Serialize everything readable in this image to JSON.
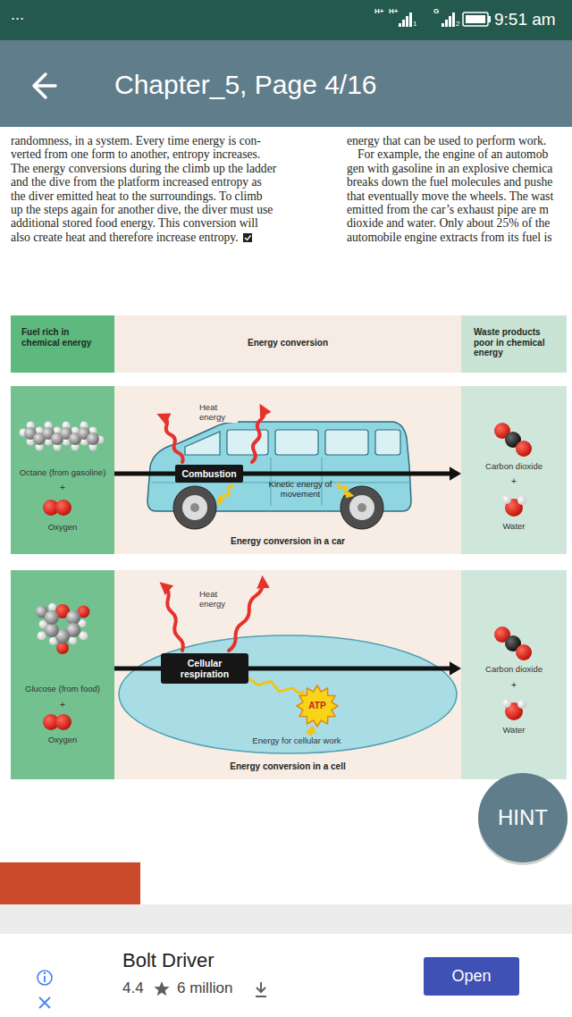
{
  "diagram": {
    "title": "Chapter_5, Page 4/16",
    "nodes": [
      {
        "text": [
          "Fuel rich in chemical energy"
        ]
      },
      {
        "text": [
          "Energy conversion"
        ]
      },
      {
        "text": [
          "Waste products poor in chemical energy"
        ]
      },
      {
        "text": [
          "Octane (from gasoline)",
          "+",
          "Oxygen"
        ]
      },
      {
        "text": [
          "Energy conversion in a car"
        ]
      },
      {
        "text": [
          "Combustion"
        ],
        "in": 4
      },
      {
        "text": [
          "Carbon dioxide",
          "+",
          "Water"
        ]
      },
      {
        "text": [
          "Glucose (from food)",
          "+",
          "Oxygen"
        ]
      },
      {
        "text": [
          "Energy conversion in a cell"
        ]
      },
      {
        "text": [
          "Energy for cellular work"
        ],
        "in": 8
      },
      {
        "text": [
          "Cellular respiration"
        ],
        "in": 9
      },
      {
        "text": [
          "ATP"
        ],
        "in": 9
      },
      {
        "text": [
          "Carbon dioxide",
          "+",
          "Water"
        ]
      },
      {
        "text": [
          "HINT"
        ]
      },
      {
        "text": [
          "Open"
        ]
      }
    ],
    "edges": [
      {
        "from": 3,
        "to": 5,
        "arrow": "none"
      },
      {
        "from": 5,
        "to": 6,
        "arrow": "to"
      },
      {
        "from": 7,
        "to": 10,
        "arrow": "none"
      },
      {
        "from": 10,
        "to": 12,
        "arrow": "to"
      },
      {
        "from": 10,
        "to": 11,
        "arrow": "to"
      }
    ],
    "labels": [
      "...",
      "H+",
      "H+",
      "1",
      "G",
      "2",
      "9:51 am",
      "randomness, in a system. Every time energy is con-",
      "verted from one form to another, entropy increases.",
      "The energy conversions during the climb up the ladder",
      "and the dive from the platform increased entropy as",
      "the diver emitted heat to the surroundings. To climb",
      "up the steps again for another dive, the diver must use",
      "additional stored food energy. This conversion will",
      "also create heat and therefore increase entropy.",
      "energy that can be used to perform work.",
      "For example, the engine of an automob",
      "gen with gasoline in an explosive chemica",
      "breaks down the fuel molecules and pushe",
      "that eventually move the wheels. The wast",
      "emitted from the car’s exhaust pipe are m",
      "dioxide and water. Only about 25% of the",
      "automobile engine extracts from its fuel is",
      "Heat energy",
      "Kinetic energy of movement",
      "Heat energy",
      "Bolt Driver",
      "4.4",
      "6 million"
    ]
  }
}
